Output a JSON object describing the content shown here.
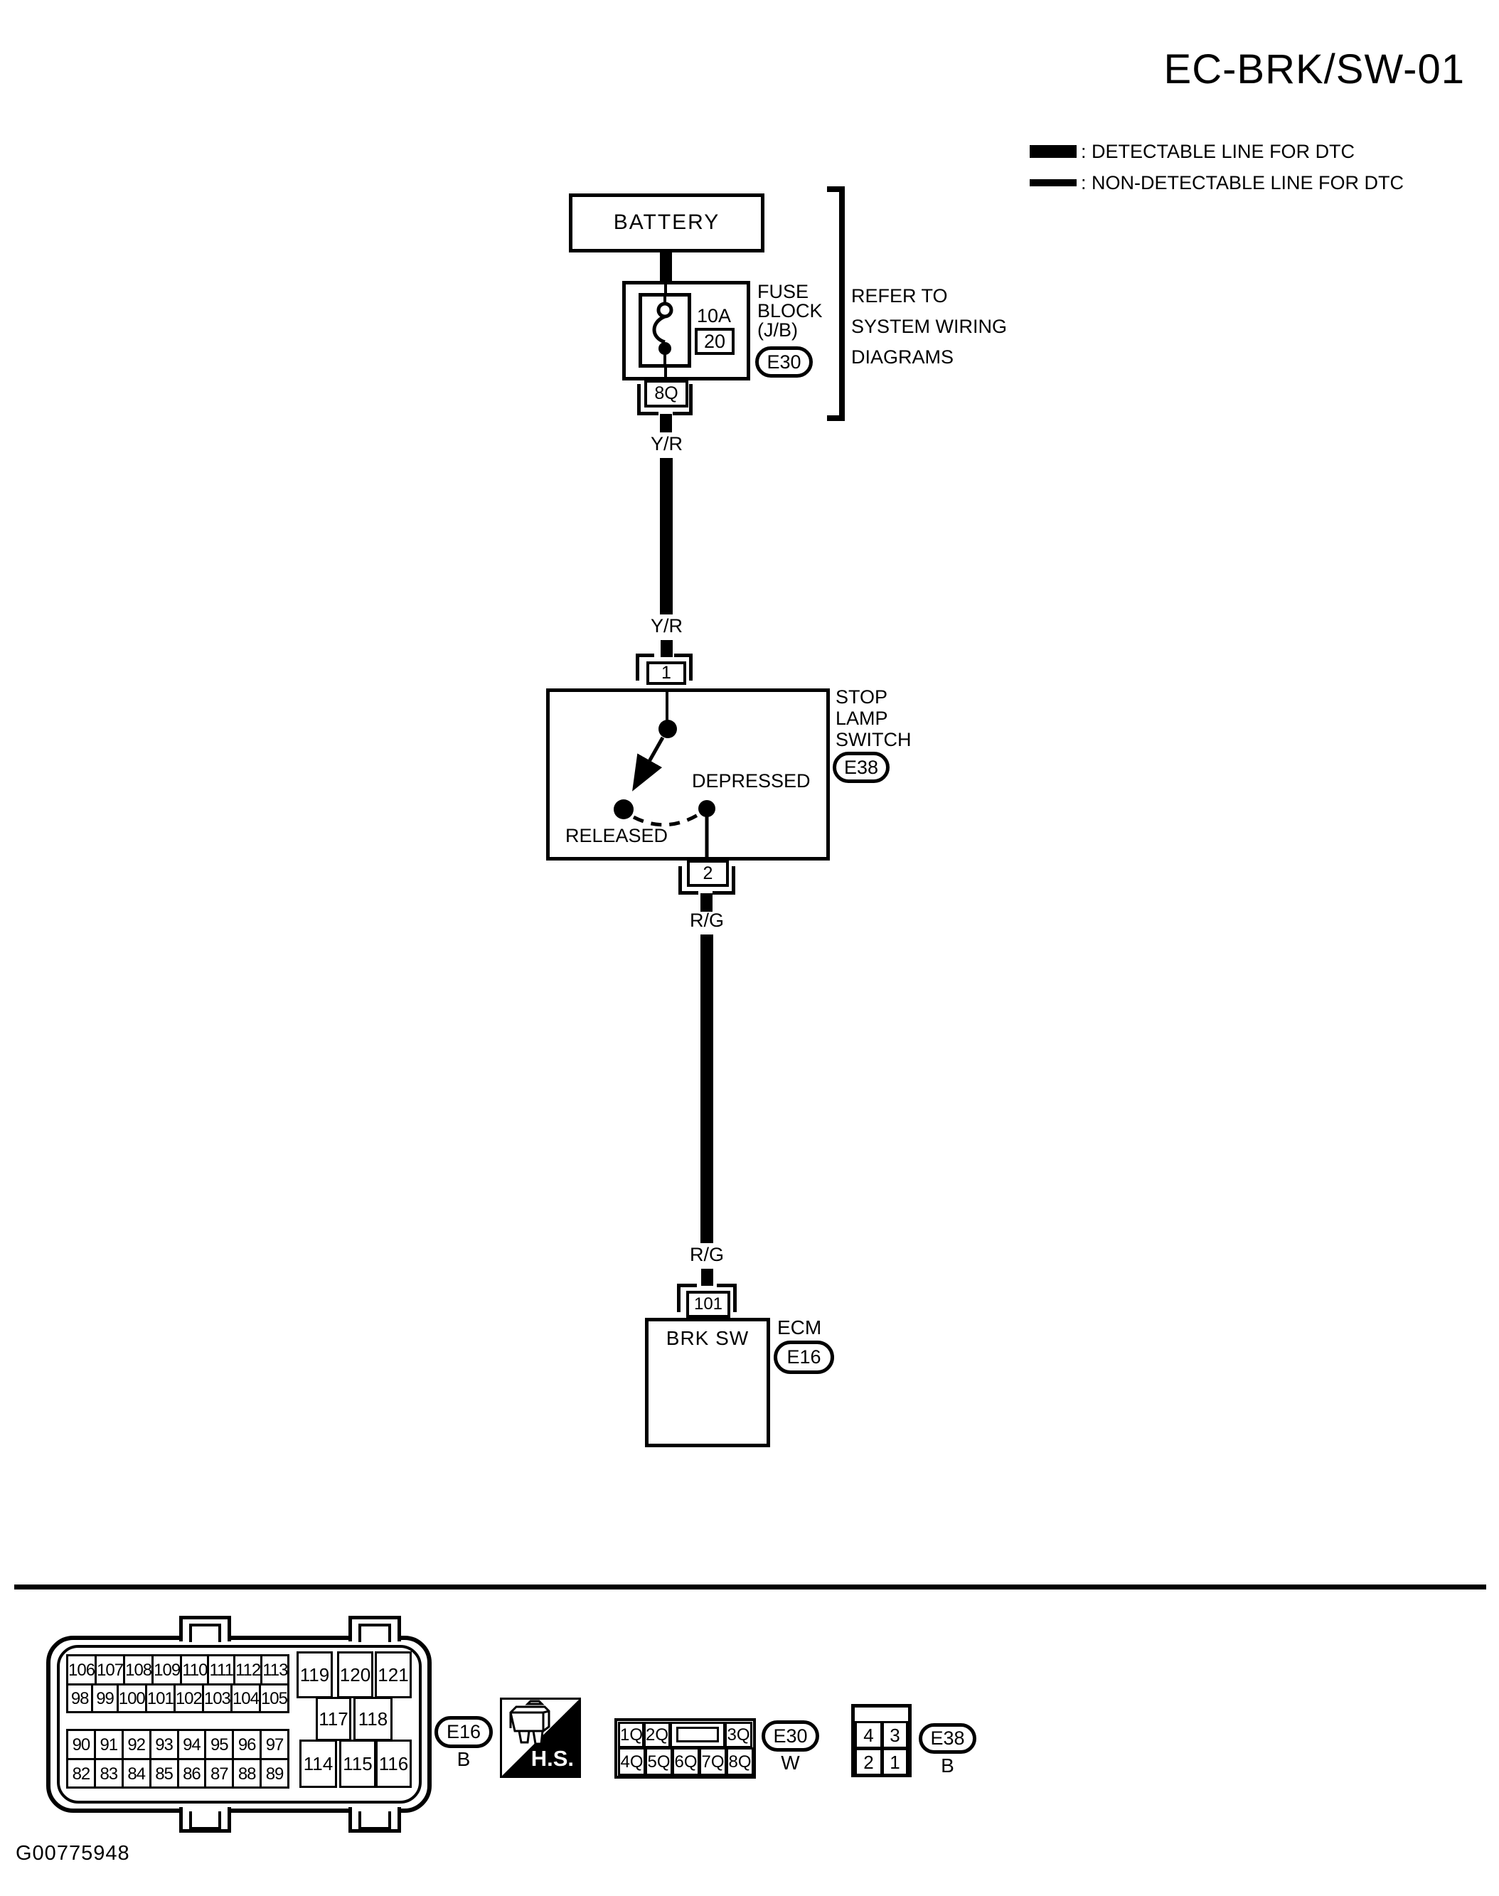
{
  "page": {
    "title": "EC-BRK/SW-01",
    "figure_id": "G00775948"
  },
  "legend": {
    "detectable_label": ": DETECTABLE LINE FOR DTC",
    "non_detectable_label": ": NON-DETECTABLE LINE FOR DTC"
  },
  "circuit": {
    "battery_label": "BATTERY",
    "fuse": {
      "rating": "10A",
      "number": "20",
      "block_name_1": "FUSE",
      "block_name_2": "BLOCK",
      "block_name_3": "(J/B)",
      "connector_id": "E30",
      "output_pin": "8Q"
    },
    "refer_note_1": "REFER TO",
    "refer_note_2": "SYSTEM WIRING",
    "refer_note_3": "DIAGRAMS",
    "wire_yr": "Y/R",
    "wire_rg": "R/G",
    "switch": {
      "name_1": "STOP",
      "name_2": "LAMP",
      "name_3": "SWITCH",
      "connector_id": "E38",
      "pin_top": "1",
      "pin_bottom": "2",
      "state_depressed": "DEPRESSED",
      "state_released": "RELEASED"
    },
    "ecm": {
      "name": "ECM",
      "connector_id": "E16",
      "pin": "101",
      "terminal_label": "BRK SW"
    }
  },
  "connector_views": {
    "e16": {
      "id": "E16",
      "harness_color": "B",
      "top_row1": [
        "106",
        "107",
        "108",
        "109",
        "110",
        "111",
        "112",
        "113"
      ],
      "top_row2": [
        "98",
        "99",
        "100",
        "101",
        "102",
        "103",
        "104",
        "105"
      ],
      "bottom_row1": [
        "90",
        "91",
        "92",
        "93",
        "94",
        "95",
        "96",
        "97"
      ],
      "bottom_row2": [
        "82",
        "83",
        "84",
        "85",
        "86",
        "87",
        "88",
        "89"
      ],
      "right_row1": [
        "119",
        "120",
        "121"
      ],
      "right_row2": [
        "117",
        "118"
      ],
      "right_row3": [
        "114",
        "115",
        "116"
      ]
    },
    "hs": {
      "label": "H.S."
    },
    "e30": {
      "id": "E30",
      "harness_color": "W",
      "row1": [
        "1Q",
        "2Q",
        "3Q"
      ],
      "row2": [
        "4Q",
        "5Q",
        "6Q",
        "7Q",
        "8Q"
      ]
    },
    "e38": {
      "id": "E38",
      "harness_color": "B",
      "row1": [
        "4",
        "3"
      ],
      "row2": [
        "2",
        "1"
      ]
    }
  }
}
